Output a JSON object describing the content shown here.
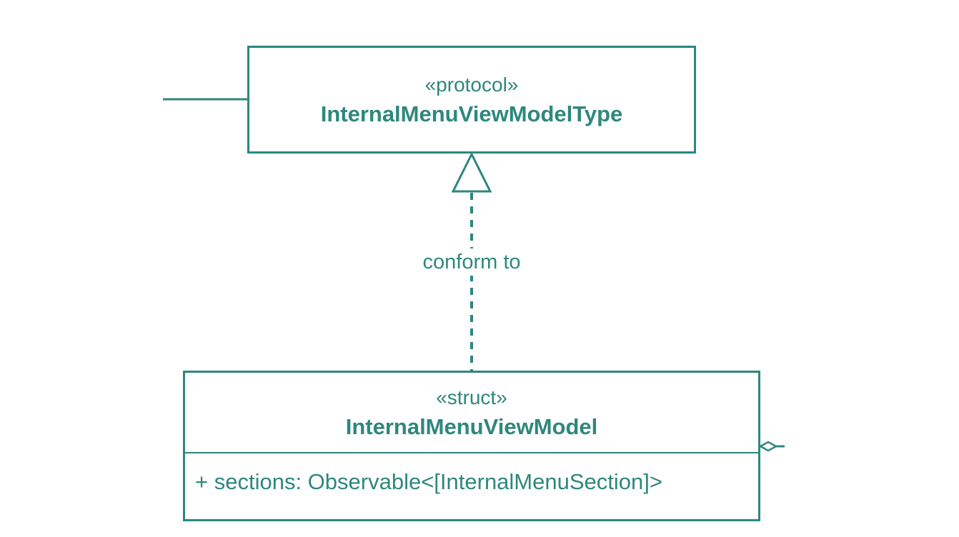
{
  "colors": {
    "stroke": "#2e877d",
    "background": "#ffffff"
  },
  "protocol": {
    "stereotype": "«protocol»",
    "name": "InternalMenuViewModelType"
  },
  "relation": {
    "label": "conform to"
  },
  "struct": {
    "stereotype": "«struct»",
    "name": "InternalMenuViewModel",
    "members": [
      "+ sections: Observable<[InternalMenuSection]>"
    ]
  }
}
